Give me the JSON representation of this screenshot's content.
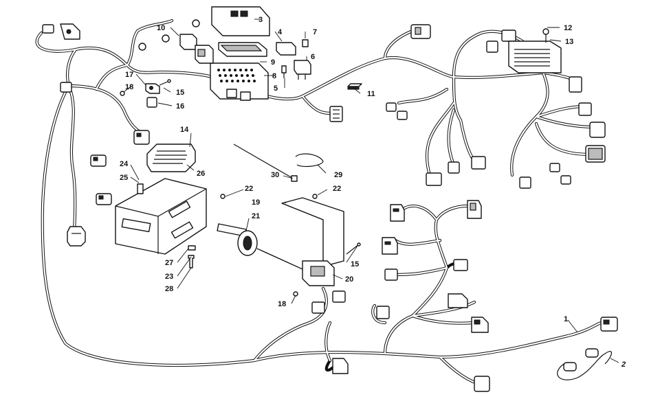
{
  "callouts": [
    {
      "id": "c1",
      "text": "1"
    },
    {
      "id": "c2",
      "text": "2"
    },
    {
      "id": "c3",
      "text": "3"
    },
    {
      "id": "c4",
      "text": "4"
    },
    {
      "id": "c5",
      "text": "5"
    },
    {
      "id": "c6",
      "text": "6"
    },
    {
      "id": "c7",
      "text": "7"
    },
    {
      "id": "c8",
      "text": "8"
    },
    {
      "id": "c9",
      "text": "9"
    },
    {
      "id": "c10",
      "text": "10"
    },
    {
      "id": "c11",
      "text": "11"
    },
    {
      "id": "c12",
      "text": "12"
    },
    {
      "id": "c13",
      "text": "13"
    },
    {
      "id": "c14",
      "text": "14"
    },
    {
      "id": "c15a",
      "text": "15"
    },
    {
      "id": "c15b",
      "text": "15"
    },
    {
      "id": "c16",
      "text": "16"
    },
    {
      "id": "c17",
      "text": "17"
    },
    {
      "id": "c18a",
      "text": "18"
    },
    {
      "id": "c18b",
      "text": "18"
    },
    {
      "id": "c19",
      "text": "19"
    },
    {
      "id": "c20",
      "text": "20"
    },
    {
      "id": "c21",
      "text": "21"
    },
    {
      "id": "c22a",
      "text": "22"
    },
    {
      "id": "c22b",
      "text": "22"
    },
    {
      "id": "c23",
      "text": "23"
    },
    {
      "id": "c24",
      "text": "24"
    },
    {
      "id": "c25",
      "text": "25"
    },
    {
      "id": "c26",
      "text": "26"
    },
    {
      "id": "c27",
      "text": "27"
    },
    {
      "id": "c28",
      "text": "28"
    },
    {
      "id": "c29",
      "text": "29"
    },
    {
      "id": "c30",
      "text": "30"
    }
  ]
}
